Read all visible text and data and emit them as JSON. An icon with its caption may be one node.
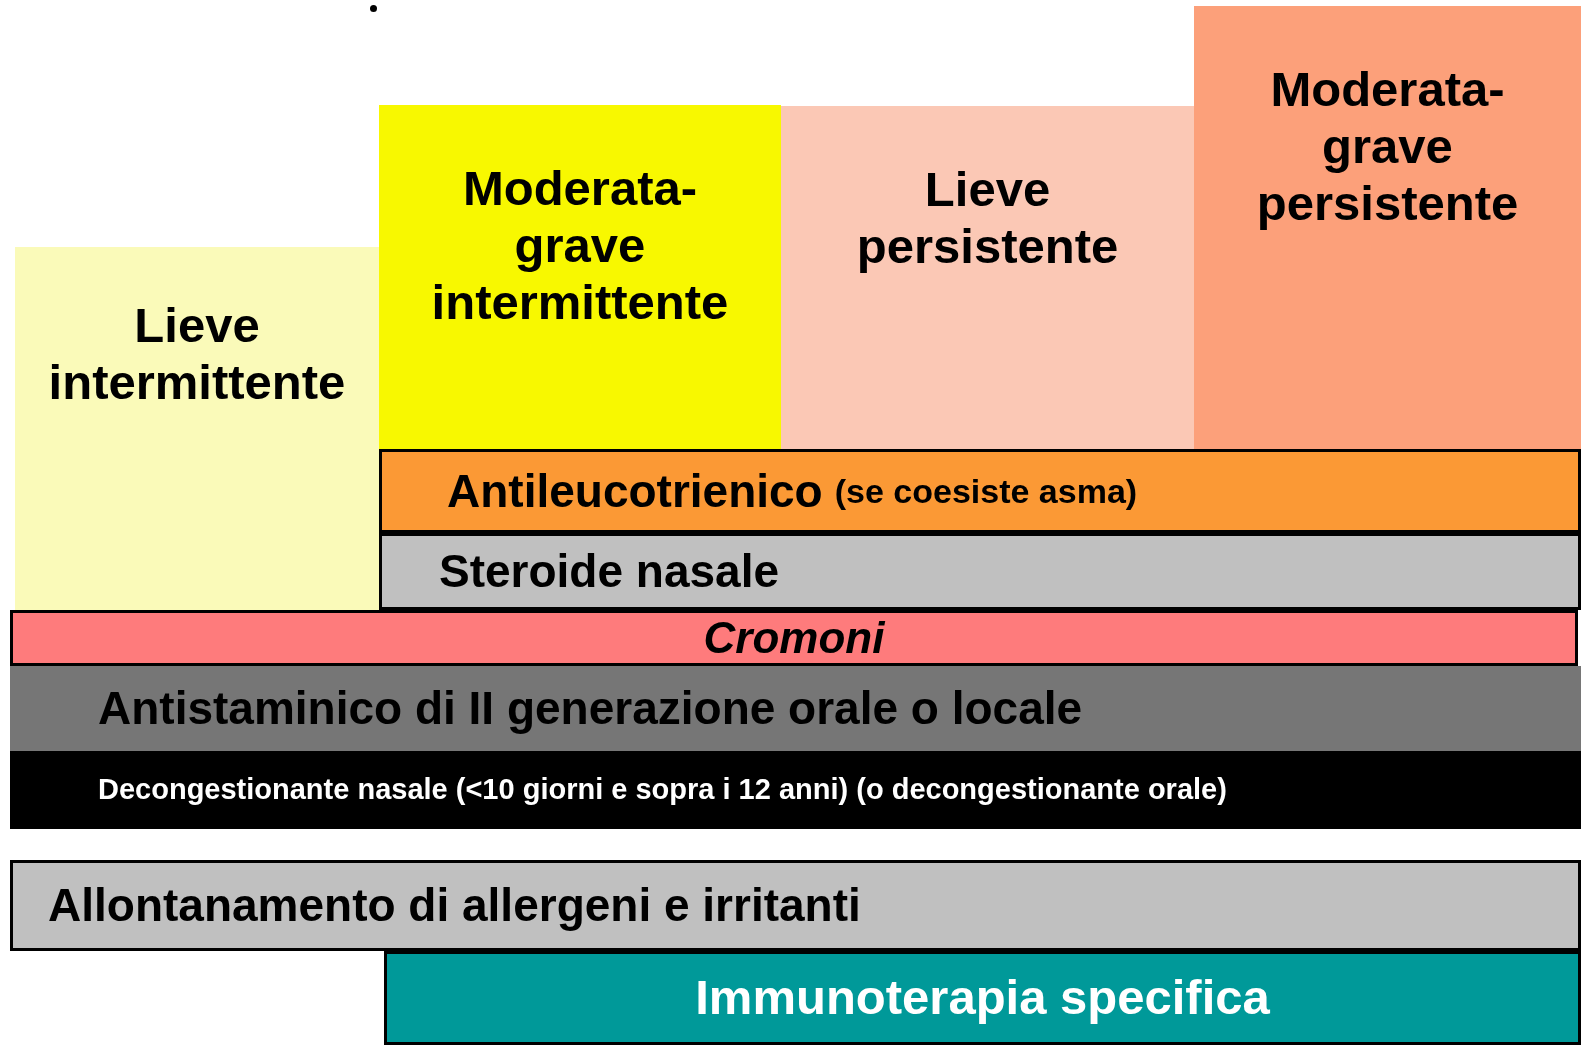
{
  "diagram": {
    "nodes": [
      {
        "text": [
          "Lieve intermittente"
        ]
      },
      {
        "text": [
          "Moderata-grave intermittente"
        ]
      },
      {
        "text": [
          "Lieve persistente"
        ]
      },
      {
        "text": [
          "Moderata-grave persistente"
        ]
      },
      {
        "text": [
          "Antileucotrienico",
          "(se coesiste asma)"
        ]
      },
      {
        "text": [
          "Steroide nasale"
        ]
      },
      {
        "text": [
          "Cromoni"
        ]
      },
      {
        "text": [
          "Antistaminico di II generazione orale o locale"
        ]
      },
      {
        "text": [
          "Decongestionante nasale (<10 giorni e sopra i 12 anni) (o decongestionante orale)"
        ]
      },
      {
        "text": [
          "Allontanamento di allergeni e irritanti"
        ]
      },
      {
        "text": [
          "Immunoterapia specifica"
        ]
      }
    ]
  }
}
